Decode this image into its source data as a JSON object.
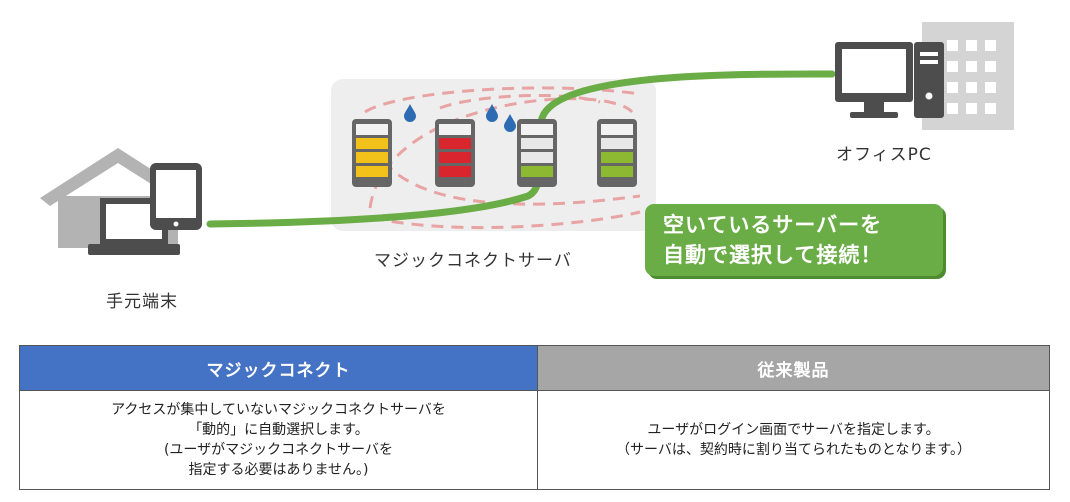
{
  "diagram": {
    "client_label": "手元端末",
    "server_label": "マジックコネクトサーバ",
    "office_label": "オフィスPC",
    "callout": [
      "空いているサーバーを",
      "自動で選択して接続！"
    ],
    "colors": {
      "route": "#6aac45",
      "dashed_route": "#e8a3a3",
      "server_zone": "#eeeeee",
      "server_yellow": "#f2c21b",
      "server_red": "#d9262e",
      "server_gray": "#9a9a9a",
      "server_green": "#8cb832",
      "droplet": "#2d6bb3"
    },
    "icons": [
      "house-icon",
      "laptop-icon",
      "tablet-icon",
      "server-icon",
      "desktop-pc-icon",
      "office-building-icon",
      "droplet-icon"
    ]
  },
  "table": {
    "headers": [
      "マジックコネクト",
      "従来製品"
    ],
    "header_colors": [
      "#4472c4",
      "#a6a6a6"
    ],
    "magic_lines": [
      "アクセスが集中していないマジックコネクトサーバを",
      "「動的」に自動選択します。",
      "(ユーザがマジックコネクトサーバを",
      "指定する必要はありません。)"
    ],
    "legacy_lines": [
      "ユーザがログイン画面でサーバを指定します。",
      "（サーバは、契約時に割り当てられたものとなります。）"
    ]
  }
}
